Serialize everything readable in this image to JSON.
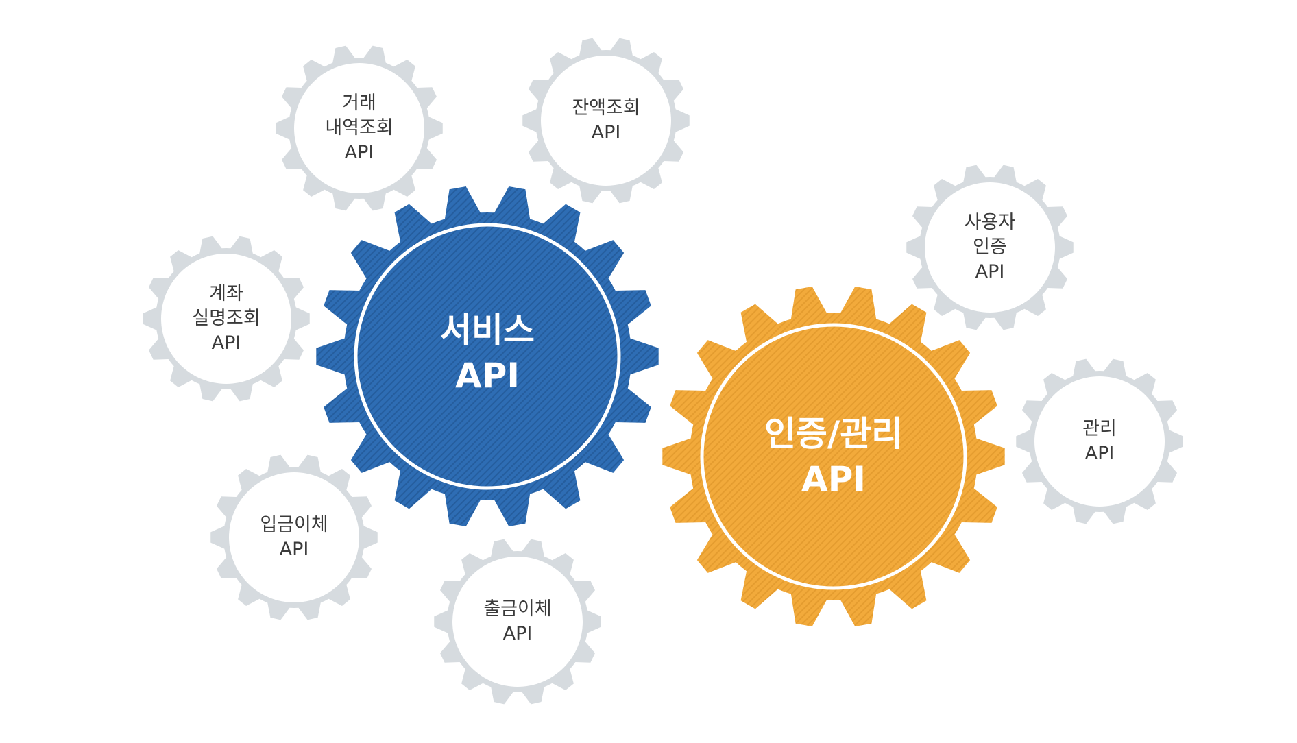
{
  "colors": {
    "service": "#2e6db4",
    "service_stripe": "#255d9d",
    "auth": "#f2aa3b",
    "auth_stripe": "#e49c2f",
    "small_gear": "#d6dbdf",
    "ring": "#ffffff",
    "small_text": "#3a3a3a",
    "big_text": "#ffffff"
  },
  "gears": {
    "service_api": {
      "kind": "big",
      "color_key": "service",
      "label_lines": [
        "서비스",
        "API"
      ]
    },
    "auth_api": {
      "kind": "big",
      "color_key": "auth",
      "label_lines": [
        "인증/관리",
        "API"
      ]
    },
    "transaction_history": {
      "kind": "small",
      "label_lines": [
        "거래",
        "내역조회",
        "API"
      ]
    },
    "balance_inquiry": {
      "kind": "small",
      "label_lines": [
        "잔액조회",
        "API"
      ]
    },
    "account_name_inquiry": {
      "kind": "small",
      "label_lines": [
        "계좌",
        "실명조회",
        "API"
      ]
    },
    "deposit_transfer": {
      "kind": "small",
      "label_lines": [
        "입금이체",
        "API"
      ]
    },
    "withdrawal_transfer": {
      "kind": "small",
      "label_lines": [
        "출금이체",
        "API"
      ]
    },
    "user_auth": {
      "kind": "small",
      "label_lines": [
        "사용자",
        "인증",
        "API"
      ]
    },
    "management": {
      "kind": "small",
      "label_lines": [
        "관리",
        "API"
      ]
    }
  }
}
